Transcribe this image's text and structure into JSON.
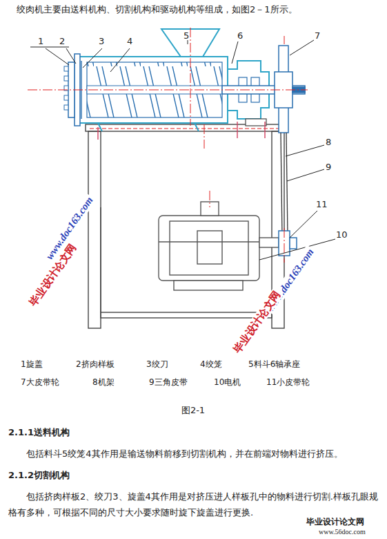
{
  "diagram": {
    "caption": "图2-1",
    "labels": [
      "绞肉机主要由送料机构、切割机构和驱动机构等组成，如图2－1所示。",
      "1",
      "2",
      "3",
      "4",
      "5",
      "6",
      "7",
      "8",
      "9",
      "10",
      "11",
      "1旋盖",
      "2挤肉样板",
      "3绞刀",
      "4绞笼",
      "5料斗6轴承座",
      "7大皮带轮",
      "8机架",
      "9三角皮带",
      "10电机",
      "11小皮带轮",
      "2.1.1送料机构",
      "包括料斗5绞笼4其作用是输送物料前移到切割机构，并在前端对物料进行挤压。",
      "2.1.2切割机构",
      "包括挤肉样板2、绞刀3、旋盖4其作用是对挤压进人样板孔中的物料进行切割.样板孔眼规格有多种，可根据不同的尺寸大小要求随时旋下旋盖进行更换.",
      "www.doc163.com",
      "毕业设计论文网",
      "www.doc163.com",
      "毕业设计论文网",
      "毕业设计论文网",
      "www.56doc.com"
    ]
  }
}
